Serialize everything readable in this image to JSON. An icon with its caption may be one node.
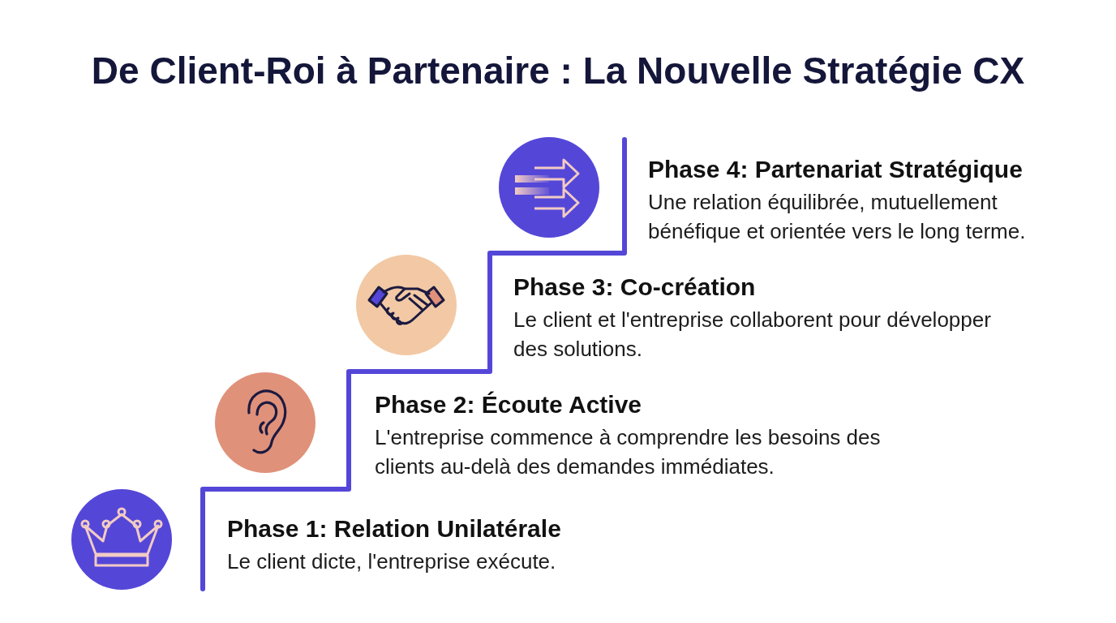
{
  "diagram": {
    "title": "De Client-Roi à Partenaire : La Nouvelle Stratégie CX",
    "nodes": [
      {
        "text": [
          "Phase 1: Relation Unilatérale",
          "Le client dicte, l'entreprise exécute."
        ]
      },
      {
        "text": [
          "Phase 2: Écoute Active",
          "L'entreprise commence à comprendre les besoins des clients au-delà des demandes immédiates."
        ]
      },
      {
        "text": [
          "Phase 3: Co-création",
          "Le client et l'entreprise collaborent pour développer des solutions."
        ]
      },
      {
        "text": [
          "Phase 4: Partenariat Stratégique",
          "Une relation équilibrée, mutuellement bénéfique et orientée vers le long terme."
        ]
      }
    ]
  }
}
